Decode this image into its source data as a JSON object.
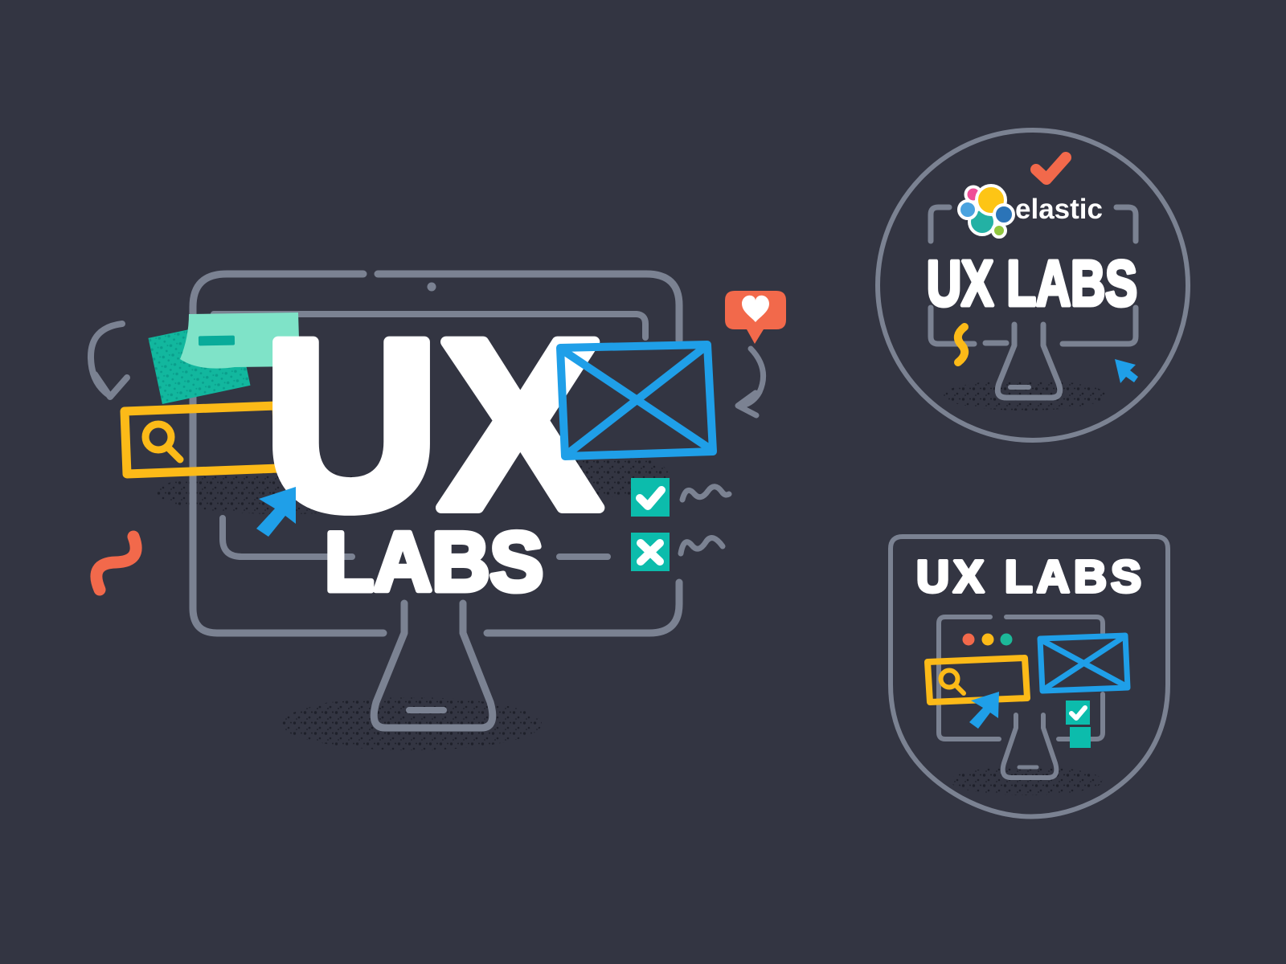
{
  "scene": {
    "description": "UX Labs brand illustration set on dark background",
    "background_color": "#333542",
    "main_illustration": {
      "word_top": "UX",
      "word_bottom": "LABS",
      "elements": [
        "monitor-outline-with-flask-stand",
        "sticky-notes",
        "search-bar-with-magnifier",
        "cursor-arrow",
        "heart-notification",
        "image-placeholder-wireframe",
        "check-square",
        "x-square",
        "curved-arrows",
        "squiggles",
        "stipple-shadows"
      ]
    },
    "circle_badge": {
      "brand_name": "elastic",
      "title": "UX LABS",
      "elements": [
        "orange-checkmark",
        "elastic-logo",
        "monitor-flask-outline",
        "yellow-squiggle",
        "cursor-arrow",
        "stipple-shadow"
      ]
    },
    "shield_badge": {
      "title": "UX LABS",
      "elements": [
        "mini-browser-dots",
        "search-bar-with-magnifier",
        "cursor-arrow",
        "image-placeholder-wireframe",
        "check-square",
        "teal-square",
        "monitor-flask-outline",
        "stipple-shadow"
      ]
    },
    "palette": {
      "background": "#333542",
      "line_gray": "#7b8292",
      "white": "#ffffff",
      "yellow": "#fcba18",
      "orange": "#f2694b",
      "teal": "#0cbcac",
      "teal_dark": "#12b79e",
      "mint": "#7fe3c8",
      "blue": "#1f9fe8",
      "stipple_dark": "#1e202a",
      "elastic_logo": {
        "pink": "#ef4e98",
        "yellow": "#fdc515",
        "light_blue": "#4aa3df",
        "teal": "#23b1a4",
        "blue": "#2b74b8",
        "green": "#91c73e"
      }
    }
  }
}
